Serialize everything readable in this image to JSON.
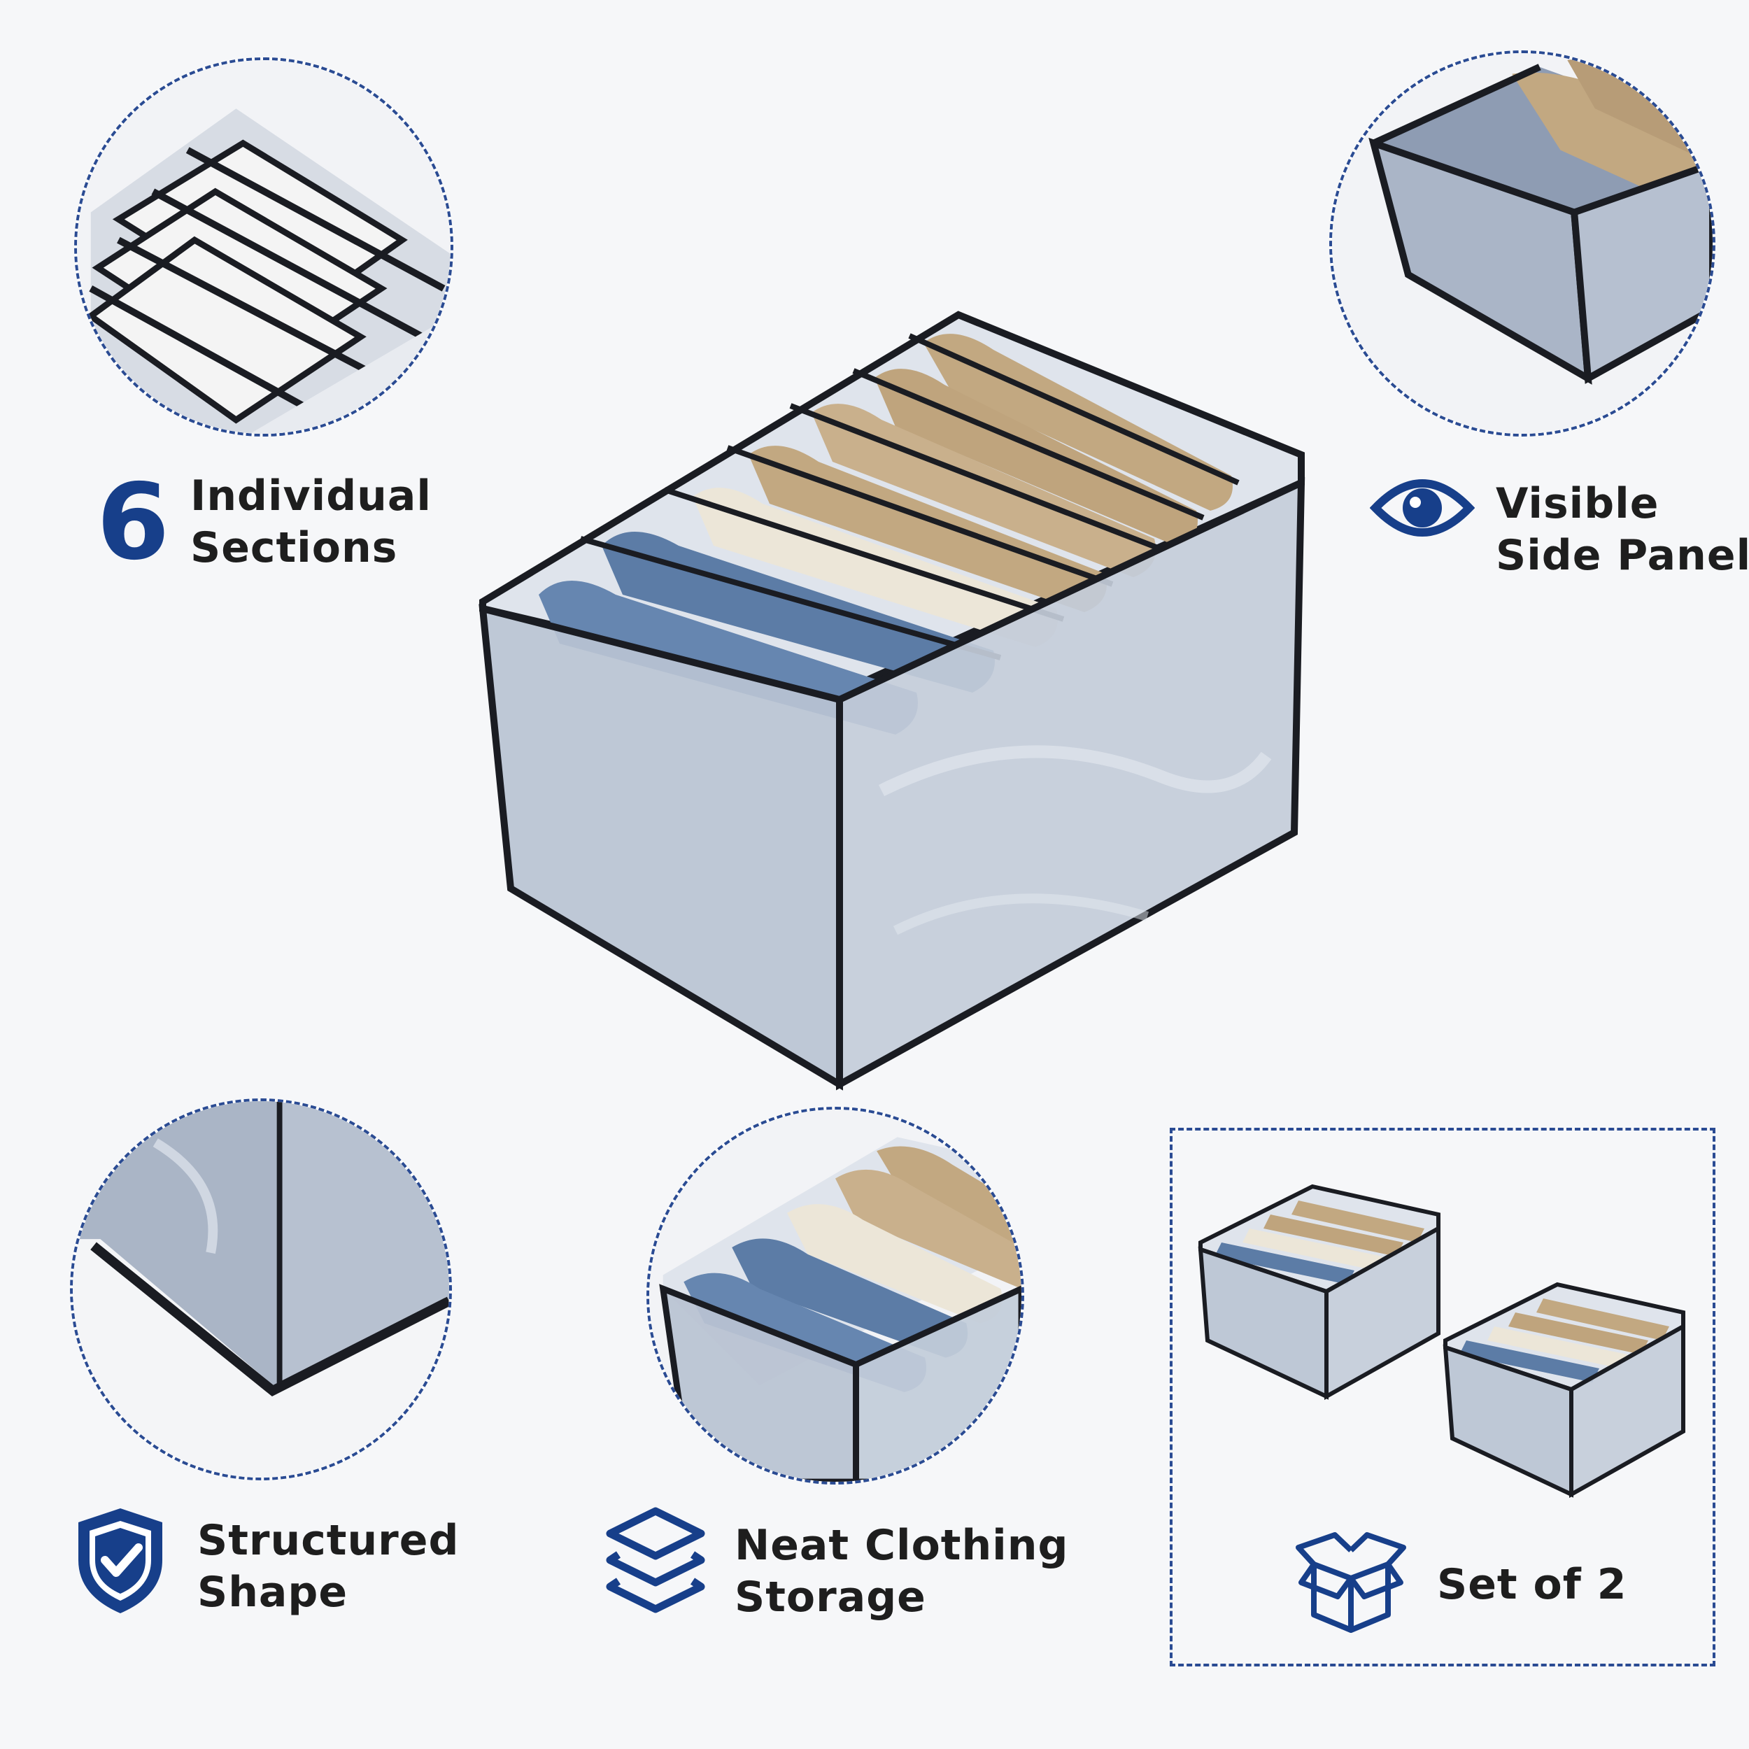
{
  "features": {
    "sections": {
      "number": "6",
      "line1": "Individual",
      "line2": "Sections",
      "icon": "number-six"
    },
    "visible": {
      "line1": "Visible",
      "line2": "Side Panels",
      "icon": "eye-icon"
    },
    "structured": {
      "line1": "Structured",
      "line2": "Shape",
      "icon": "shield-check-icon"
    },
    "neat": {
      "line1": "Neat Clothing",
      "line2": "Storage",
      "icon": "stack-layers-icon"
    },
    "set": {
      "label": "Set of 2",
      "icon": "open-box-icon"
    }
  },
  "colors": {
    "accent": "#173f8a",
    "dash": "#2a4b93",
    "text": "#1e1e1e",
    "mesh": "#b9c3d2",
    "trim": "#1a1c22",
    "denim": "#5c7ca6",
    "cream": "#ece6d8",
    "khaki": "#c2a881"
  }
}
